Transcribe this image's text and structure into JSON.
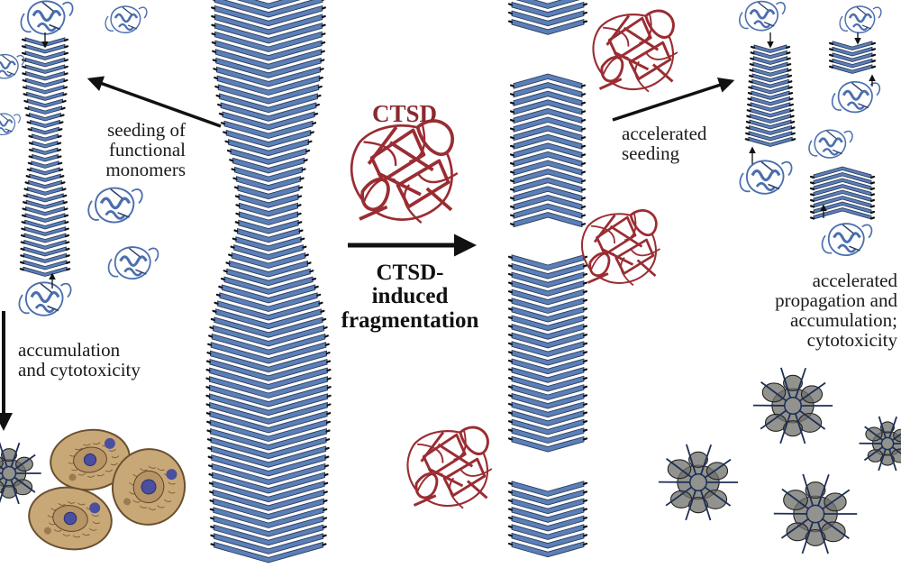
{
  "labels": {
    "seeding": [
      "seeding of",
      "functional",
      "monomers"
    ],
    "accumulation": [
      "accumulation",
      "and cytotoxicity"
    ],
    "ctsd": "CTSD",
    "fragmentation": [
      "CTSD-",
      "induced",
      "fragmentation"
    ],
    "accelerated_seeding": [
      "accelerated",
      "seeding"
    ],
    "accelerated_propagation": [
      "accelerated",
      "propagation and",
      "accumulation;",
      "cytotoxicity"
    ]
  },
  "colors": {
    "fibril": "#5b7fb8",
    "fibril_edge": "#2a3b5c",
    "protease": "#9a2d33",
    "monomer": "#4b6fae",
    "cell": "#c9a877",
    "cell_edge": "#6b5030",
    "nucleus": "#4a4fa0",
    "aggregate": "#6e6f6a",
    "arrow": "#111111"
  },
  "icons": [
    "fibril-icon",
    "protease-icon",
    "monomer-icon",
    "cell-icon",
    "aggregate-icon",
    "arrow-icon"
  ]
}
